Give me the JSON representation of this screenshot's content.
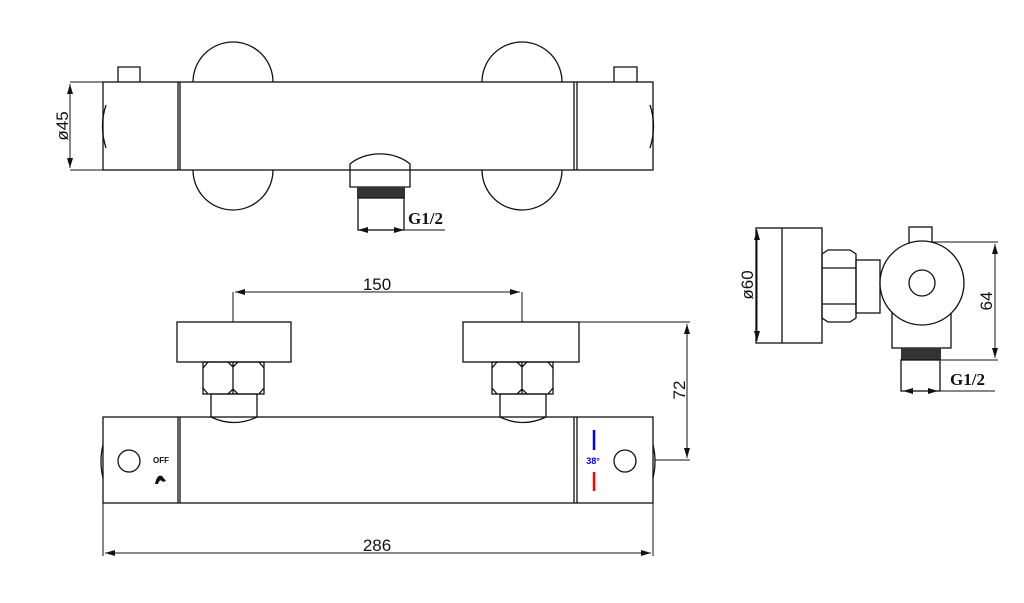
{
  "top_view": {
    "diameter_label": "ø45",
    "outlet_thread_label": "G1/2"
  },
  "front_view": {
    "center_distance_label": "150",
    "depth_label": "72",
    "length_label": "286",
    "off_label": "OFF",
    "temperature_label": "38°",
    "colors": {
      "cold": "#0000ff",
      "hot": "#ff0000",
      "temp_text": "#0000ff"
    }
  },
  "side_view": {
    "knob_diameter_label": "ø60",
    "height_label": "64",
    "outlet_thread_label": "G1/2"
  }
}
